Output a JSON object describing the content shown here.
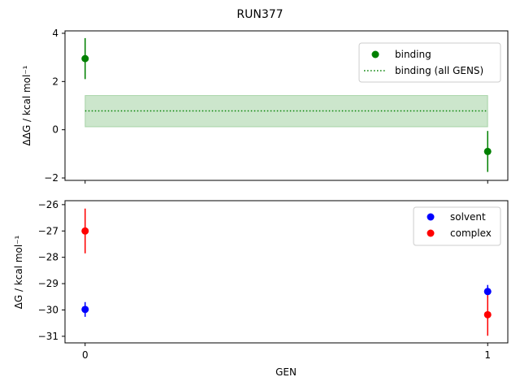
{
  "figure": {
    "title": "RUN377"
  },
  "chart_data": [
    {
      "type": "scatter",
      "x": [
        0,
        1
      ],
      "xticks": [
        "0",
        "1"
      ],
      "xlim": [
        -0.05,
        1.05
      ],
      "ylabel": "ΔΔG / kcal mol⁻¹",
      "ylim": [
        -2.1,
        4.1
      ],
      "yticks": [
        "−2",
        "0",
        "2",
        "4"
      ],
      "ytick_values": [
        -2,
        0,
        2,
        4
      ],
      "series": [
        {
          "name": "binding",
          "color": "#008000",
          "values": [
            2.95,
            -0.9
          ],
          "errors": [
            0.85,
            0.85
          ]
        }
      ],
      "average": {
        "name": "binding (all GENS)",
        "color": "#008000",
        "value": 0.78,
        "band": [
          0.12,
          1.42
        ]
      },
      "legend": {
        "position": "top-right"
      },
      "grid": false
    },
    {
      "type": "scatter",
      "x": [
        0,
        1
      ],
      "xticks": [
        "0",
        "1"
      ],
      "xlim": [
        -0.05,
        1.05
      ],
      "xlabel": "GEN",
      "ylabel": "ΔG / kcal mol⁻¹",
      "ylim": [
        -31.25,
        -25.85
      ],
      "yticks": [
        "−31",
        "−30",
        "−29",
        "−28",
        "−27",
        "−26"
      ],
      "ytick_values": [
        -31,
        -30,
        -29,
        -28,
        -27,
        -26
      ],
      "series": [
        {
          "name": "solvent",
          "color": "#0000ff",
          "values": [
            -29.98,
            -29.3
          ],
          "errors": [
            0.28,
            0.25
          ]
        },
        {
          "name": "complex",
          "color": "#ff0000",
          "values": [
            -27.0,
            -30.18
          ],
          "errors": [
            0.85,
            0.8
          ]
        }
      ],
      "legend": {
        "position": "top-right"
      },
      "grid": false
    }
  ]
}
